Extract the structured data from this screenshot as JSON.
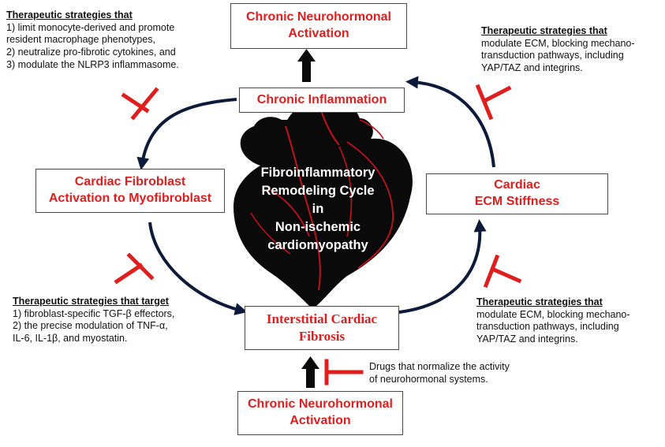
{
  "boxes": {
    "top_neurohormonal": [
      "Chronic Neurohormonal",
      "Activation"
    ],
    "inflammation": "Chronic Inflammation",
    "fibroblast": [
      "Cardiac Fibroblast",
      "Activation to Myofibroblast"
    ],
    "ecm": [
      "Cardiac",
      "ECM Stiffness"
    ],
    "fibrosis": [
      "Interstitial Cardiac",
      "Fibrosis"
    ],
    "bottom_neurohormonal": [
      "Chronic Neurohormonal",
      "Activation"
    ]
  },
  "center_label": [
    "Fibroinflammatory",
    "Remodeling Cycle",
    "in",
    "Non-ischemic",
    "cardiomyopathy"
  ],
  "notes": {
    "top_left": {
      "heading": "Therapeutic strategies that",
      "lines": [
        "1) limit  monocyte-derived and promote",
        "resident macrophage phenotypes,",
        "2) neutralize pro-fibrotic cytokines, and",
        "3) modulate the NLRP3 inflammasome."
      ]
    },
    "top_right": {
      "heading": "Therapeutic strategies that",
      "lines": [
        "modulate ECM, blocking mechano-",
        "transduction pathways, including",
        "YAP/TAZ and integrins."
      ]
    },
    "bottom_left": {
      "heading": "Therapeutic strategies that target",
      "lines": [
        "1) fibroblast-specific TGF-β effectors,",
        "2) the precise modulation of TNF-α,",
        "IL-6, IL-1β, and myostatin."
      ]
    },
    "bottom_right": {
      "heading": "Therapeutic strategies that",
      "lines": [
        "modulate ECM, blocking mechano-",
        "transduction pathways, including",
        "YAP/TAZ and integrins."
      ]
    },
    "drugs": {
      "lines": [
        "Drugs that normalize the activity",
        "of neurohormonal systems."
      ]
    }
  },
  "colors": {
    "accent_red": "#e01e1e",
    "arrow": "#0d1b3a",
    "heart": "#0a0a0a",
    "box_border": "#4a4a4a"
  },
  "icons": [
    "inhibit-t-icon",
    "curved-arrow-icon",
    "up-arrow-icon",
    "heart-icon"
  ]
}
